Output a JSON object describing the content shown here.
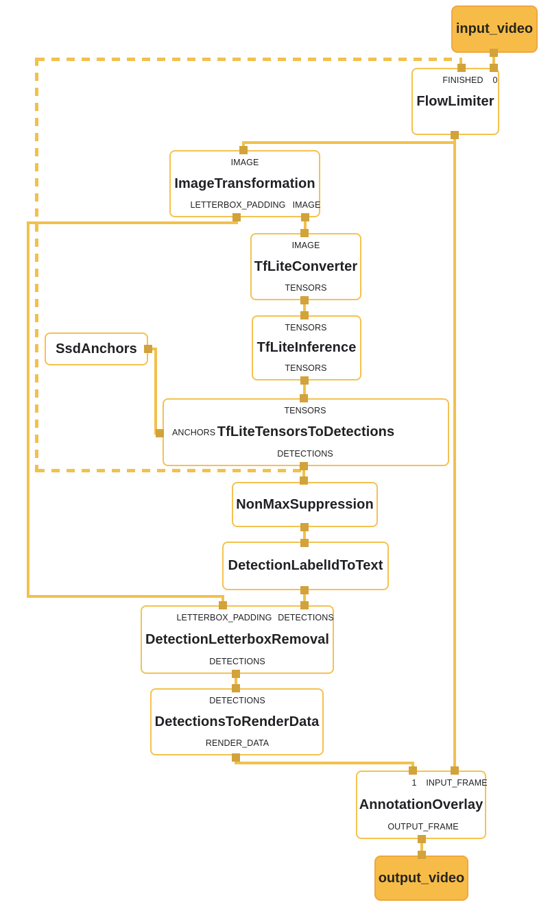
{
  "diagram": {
    "kind": "mediapipe-calculator-graph",
    "colors": {
      "edge": "#F2C04C",
      "port": "#D2A23B",
      "node_border": "#F4C24F",
      "node_fill": "#FFFFFF",
      "stream_fill": "#F7BC48",
      "stream_border": "#EFA63F",
      "text": "#202124",
      "background": "#FFFFFF"
    },
    "nodes": {
      "input_video": {
        "title": "input_video",
        "kind": "stream"
      },
      "flow_limiter": {
        "title": "FlowLimiter",
        "ports_top": [
          "FINISHED",
          "0"
        ]
      },
      "image_transformation": {
        "title": "ImageTransformation",
        "ports_top": [
          "IMAGE"
        ],
        "ports_bottom": [
          "LETTERBOX_PADDING",
          "IMAGE"
        ]
      },
      "tflite_converter": {
        "title": "TfLiteConverter",
        "ports_top": [
          "IMAGE"
        ],
        "ports_bottom": [
          "TENSORS"
        ]
      },
      "tflite_inference": {
        "title": "TfLiteInference",
        "ports_top": [
          "TENSORS"
        ],
        "ports_bottom": [
          "TENSORS"
        ]
      },
      "ssd_anchors": {
        "title": "SsdAnchors"
      },
      "tflite_tensors_to_detections": {
        "title": "TfLiteTensorsToDetections",
        "ports_top": [
          "TENSORS"
        ],
        "ports_left": [
          "ANCHORS"
        ],
        "ports_bottom": [
          "DETECTIONS"
        ]
      },
      "non_max_suppression": {
        "title": "NonMaxSuppression"
      },
      "detection_label_id_to_text": {
        "title": "DetectionLabelIdToText"
      },
      "detection_letterbox_removal": {
        "title": "DetectionLetterboxRemoval",
        "ports_top": [
          "LETTERBOX_PADDING",
          "DETECTIONS"
        ],
        "ports_bottom": [
          "DETECTIONS"
        ]
      },
      "detections_to_render_data": {
        "title": "DetectionsToRenderData",
        "ports_top": [
          "DETECTIONS"
        ],
        "ports_bottom": [
          "RENDER_DATA"
        ]
      },
      "annotation_overlay": {
        "title": "AnnotationOverlay",
        "ports_top": [
          "1",
          "INPUT_FRAME"
        ],
        "ports_bottom": [
          "OUTPUT_FRAME"
        ]
      },
      "output_video": {
        "title": "output_video",
        "kind": "stream"
      }
    },
    "edges": [
      {
        "from": "input_video",
        "to": "flow_limiter:0",
        "style": "solid"
      },
      {
        "from": "flow_limiter",
        "to": "image_transformation:IMAGE",
        "style": "solid"
      },
      {
        "from": "flow_limiter",
        "to": "annotation_overlay:INPUT_FRAME",
        "style": "solid"
      },
      {
        "from": "image_transformation:IMAGE",
        "to": "tflite_converter:IMAGE",
        "style": "solid"
      },
      {
        "from": "image_transformation:LETTERBOX_PADDING",
        "to": "detection_letterbox_removal:LETTERBOX_PADDING",
        "style": "solid"
      },
      {
        "from": "tflite_converter:TENSORS",
        "to": "tflite_inference:TENSORS",
        "style": "solid"
      },
      {
        "from": "tflite_inference:TENSORS",
        "to": "tflite_tensors_to_detections:TENSORS",
        "style": "solid"
      },
      {
        "from": "ssd_anchors",
        "to": "tflite_tensors_to_detections:ANCHORS",
        "style": "solid"
      },
      {
        "from": "tflite_tensors_to_detections:DETECTIONS",
        "to": "non_max_suppression",
        "style": "solid"
      },
      {
        "from": "tflite_tensors_to_detections:DETECTIONS",
        "to": "flow_limiter:FINISHED",
        "style": "dashed"
      },
      {
        "from": "non_max_suppression",
        "to": "detection_label_id_to_text",
        "style": "solid"
      },
      {
        "from": "detection_label_id_to_text",
        "to": "detection_letterbox_removal:DETECTIONS",
        "style": "solid"
      },
      {
        "from": "detection_letterbox_removal:DETECTIONS",
        "to": "detections_to_render_data:DETECTIONS",
        "style": "solid"
      },
      {
        "from": "detections_to_render_data:RENDER_DATA",
        "to": "annotation_overlay:1",
        "style": "solid"
      },
      {
        "from": "annotation_overlay:OUTPUT_FRAME",
        "to": "output_video",
        "style": "solid"
      }
    ]
  }
}
